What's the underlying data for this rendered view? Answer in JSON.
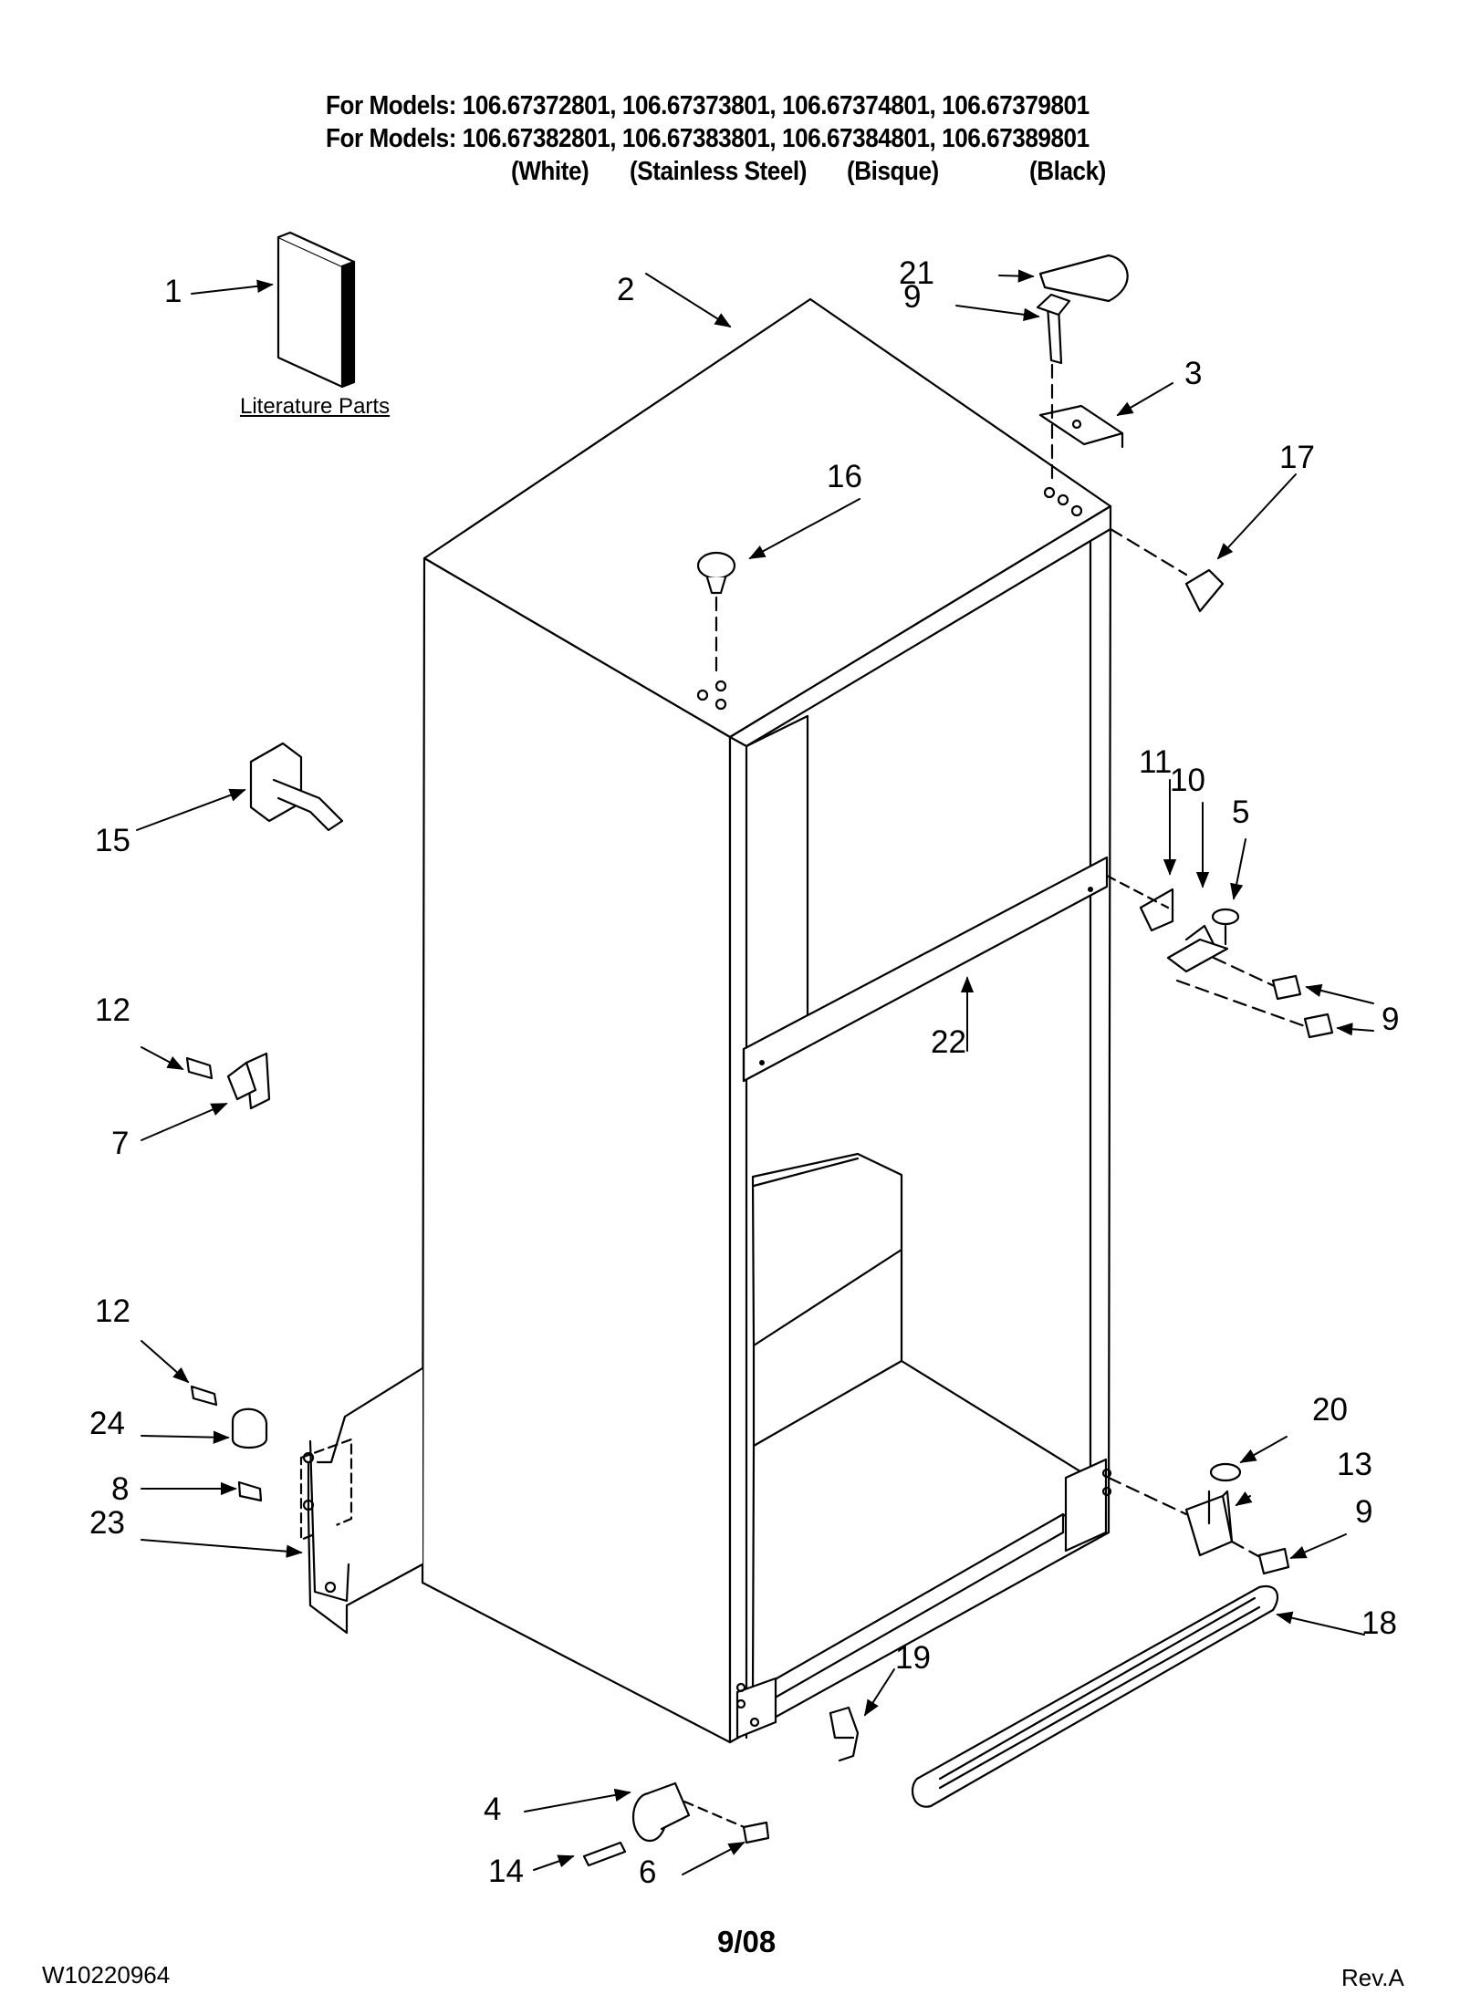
{
  "header": {
    "line1": "For Models: 106.67372801, 106.67373801, 106.67374801, 106.67379801",
    "line2": "For Models: 106.67382801, 106.67383801, 106.67384801, 106.67389801",
    "color_white": "(White)",
    "color_stainless": "(Stainless Steel)",
    "color_bisque": "(Bisque)",
    "color_black": "(Black)"
  },
  "literature_label": "Literature Parts",
  "callouts": {
    "c1": "1",
    "c2": "2",
    "c3": "3",
    "c4": "4",
    "c5": "5",
    "c6": "6",
    "c7": "7",
    "c8": "8",
    "c9a": "9",
    "c9b": "9",
    "c9c": "9",
    "c10": "10",
    "c11": "11",
    "c12a": "12",
    "c12b": "12",
    "c13": "13",
    "c14": "14",
    "c15": "15",
    "c16": "16",
    "c17": "17",
    "c18": "18",
    "c19": "19",
    "c20": "20",
    "c21": "21",
    "c22": "22",
    "c23": "23",
    "c24": "24"
  },
  "footer": {
    "doc_number": "W10220964",
    "date": "9/08",
    "revision": "Rev.A"
  }
}
